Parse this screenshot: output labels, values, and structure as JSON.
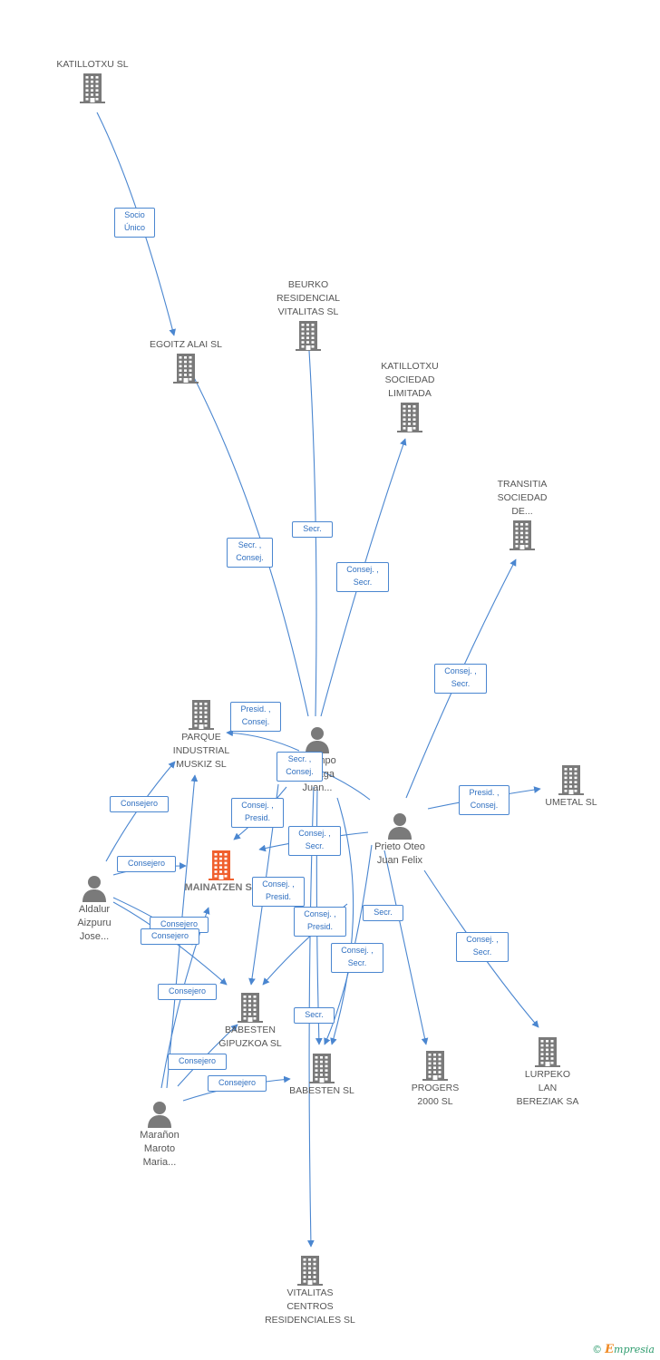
{
  "colors": {
    "edge": "#4a86d0",
    "building": "#7a7a7a",
    "focus": "#f0602e",
    "person": "#7a7a7a"
  },
  "nodes": [
    {
      "id": "katillotxu_sl",
      "type": "company",
      "label": "KATILLOTXU SL",
      "icon": "building-icon"
    },
    {
      "id": "egoitz",
      "type": "company",
      "label": "EGOITZ ALAI SL",
      "icon": "building-icon"
    },
    {
      "id": "beurko",
      "type": "company",
      "label": "BEURKO\nRESIDENCIAL\nVITALITAS SL",
      "icon": "building-icon"
    },
    {
      "id": "katillotxu_soc",
      "type": "company",
      "label": "KATILLOTXU\nSOCIEDAD\nLIMITADA",
      "icon": "building-icon"
    },
    {
      "id": "transitia",
      "type": "company",
      "label": "TRANSITIA\nSOCIEDAD\nDE...",
      "icon": "building-icon"
    },
    {
      "id": "parque",
      "type": "company",
      "label": "PARQUE\nINDUSTRIAL\nMUSKIZ SL",
      "icon": "building-icon"
    },
    {
      "id": "umetal",
      "type": "company",
      "label": "UMETAL  SL",
      "icon": "building-icon"
    },
    {
      "id": "mainatzen",
      "type": "focus",
      "label": "MAINATZEN SL",
      "icon": "building-icon"
    },
    {
      "id": "babesten_gip",
      "type": "company",
      "label": "BABESTEN\nGIPUZKOA SL",
      "icon": "building-icon"
    },
    {
      "id": "babesten",
      "type": "company",
      "label": "BABESTEN SL",
      "icon": "building-icon"
    },
    {
      "id": "progers",
      "type": "company",
      "label": "PROGERS\n2000 SL",
      "icon": "building-icon"
    },
    {
      "id": "lurpeko",
      "type": "company",
      "label": "LURPEKO\nLAN\nBEREZIAK SA",
      "icon": "building-icon"
    },
    {
      "id": "vitalitas",
      "type": "company",
      "label": "VITALITAS\nCENTROS\nRESIDENCIALES SL",
      "icon": "building-icon"
    },
    {
      "id": "ocampo",
      "type": "person",
      "label": "Ocampo\nUrizaga\nJuan...",
      "icon": "person-icon"
    },
    {
      "id": "prieto",
      "type": "person",
      "label": "Prieto Oteo\nJuan Felix",
      "icon": "person-icon"
    },
    {
      "id": "aldalur",
      "type": "person",
      "label": "Aldalur\nAizpuru\nJose...",
      "icon": "person-icon"
    },
    {
      "id": "maranon",
      "type": "person",
      "label": "Marañon\nMaroto\nMaria...",
      "icon": "person-icon"
    }
  ],
  "edge_labels": [
    {
      "id": "socio-unico",
      "text": "Socio\nÚnico"
    },
    {
      "id": "secr-consej-egoitz",
      "text": "Secr. ,\nConsej."
    },
    {
      "id": "secr-beurko",
      "text": "Secr."
    },
    {
      "id": "consej-secr-katsoc",
      "text": "Consej. ,\nSecr."
    },
    {
      "id": "consej-secr-transitia",
      "text": "Consej. ,\nSecr."
    },
    {
      "id": "presid-consej-parque",
      "text": "Presid. ,\nConsej."
    },
    {
      "id": "secr-consej-ocampo",
      "text": "Secr. ,\nConsej."
    },
    {
      "id": "presid-consej-umetal",
      "text": "Presid. ,\nConsej."
    },
    {
      "id": "consejero-aldalur-parque",
      "text": "Consejero"
    },
    {
      "id": "consej-presid-mainatzen",
      "text": "Consej. ,\nPresid."
    },
    {
      "id": "consej-secr-prieto-mainatzen",
      "text": "Consej. ,\nSecr."
    },
    {
      "id": "consejero-aldalur-mainatzen",
      "text": "Consejero"
    },
    {
      "id": "consej-presid-bg",
      "text": "Consej. ,\nPresid."
    },
    {
      "id": "consej-presid-prieto-bg",
      "text": "Consej. ,\nPresid."
    },
    {
      "id": "secr-prieto-babesten",
      "text": "Secr."
    },
    {
      "id": "consej-secr-babesten",
      "text": "Consej. ,\nSecr."
    },
    {
      "id": "consej-secr-lurpeko",
      "text": "Consej. ,\nSecr."
    },
    {
      "id": "consejero-maranon-mainatzen",
      "text": "Consejero"
    },
    {
      "id": "consejero-aldalur-bg",
      "text": "Consejero"
    },
    {
      "id": "consejero-maranon-parque",
      "text": "Consejero"
    },
    {
      "id": "secr-ocampo-babesten",
      "text": "Secr."
    },
    {
      "id": "consejero-maranon-bg",
      "text": "Consejero"
    },
    {
      "id": "consejero-maranon-babesten",
      "text": "Consejero"
    }
  ],
  "brand": {
    "copyright": "©",
    "name_initial": "E",
    "name_rest": "mpresia"
  }
}
